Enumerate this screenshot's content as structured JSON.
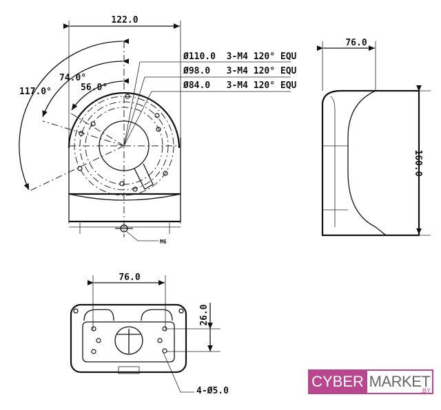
{
  "front_view": {
    "width_dim": "122.0",
    "angles": [
      "117.0°",
      "74.0°",
      "56.0°"
    ],
    "hole_specs": [
      "Ø110.0  3-M4 120° EQU",
      "Ø98.0   3-M4 120° EQU",
      "Ø84.0   3-M4 120° EQU"
    ],
    "bolt_label": "M6"
  },
  "side_view": {
    "depth_dim": "76.0",
    "height_dim": "160.0"
  },
  "bottom_view": {
    "hole_spacing_dim": "76.0",
    "vertical_spacing_dim": "26.0",
    "holes_label": "4-Ø5.0"
  },
  "logo": {
    "part1": "CYBER",
    "part2": "MARKET",
    "suffix": ".BY",
    "accent": "#b8478f"
  }
}
